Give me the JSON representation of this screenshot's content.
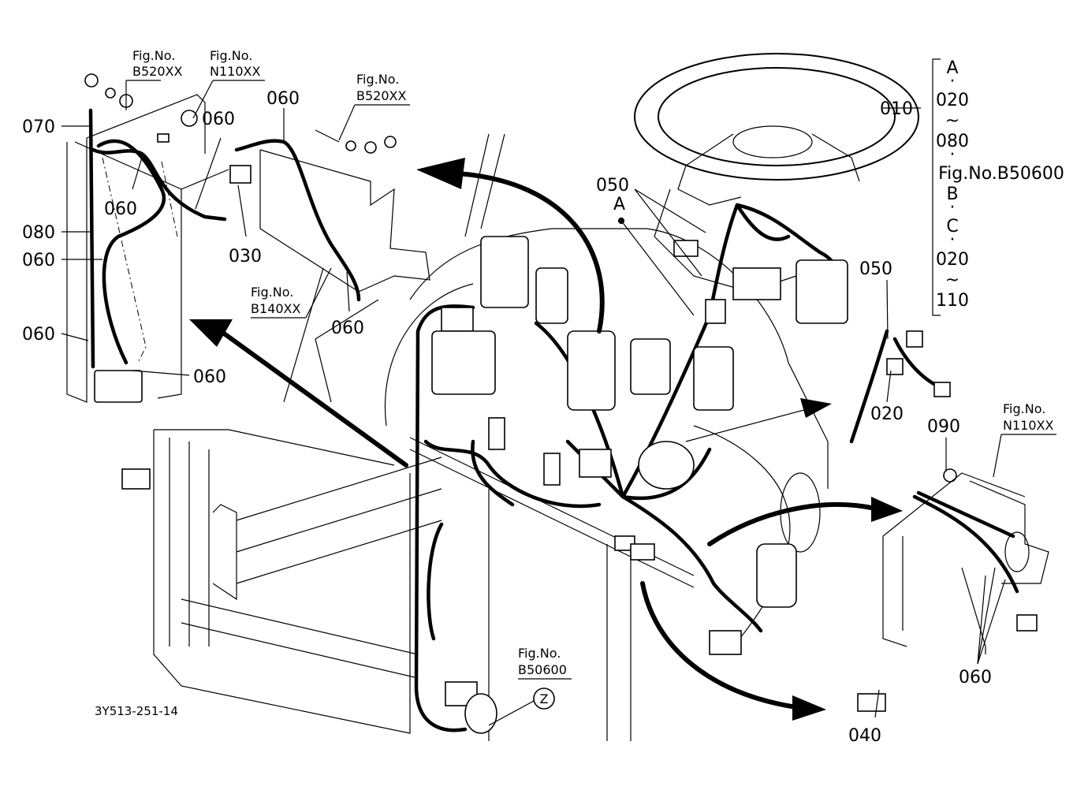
{
  "diagram_id": "3Y513-251-14",
  "callouts": {
    "c010": "010",
    "c020_right": "020",
    "c030": "030",
    "c040": "040",
    "c050_top": "050",
    "c050_right": "050",
    "c060_a": "060",
    "c060_b": "060",
    "c060_c": "060",
    "c060_d": "060",
    "c060_e": "060",
    "c060_f": "060",
    "c060_g": "060",
    "c060_h": "060",
    "c070": "070",
    "c080": "080",
    "c090": "090",
    "point_a": "A",
    "point_z": "Z"
  },
  "fig_refs": {
    "f1": [
      "Fig.No.",
      "B520XX"
    ],
    "f2": [
      "Fig.No.",
      "N110XX"
    ],
    "f3": [
      "Fig.No.",
      "B520XX"
    ],
    "f4": [
      "Fig.No.",
      "B140XX"
    ],
    "f5": [
      "Fig.No.",
      "N110XX"
    ],
    "f6": [
      "Fig.No.",
      "B50600"
    ]
  },
  "legend": {
    "items": [
      "A",
      "·",
      "020",
      "~",
      "080",
      "·",
      "Fig.No.B50600",
      "B",
      "·",
      "C",
      "·",
      "020",
      "~",
      "110"
    ]
  }
}
